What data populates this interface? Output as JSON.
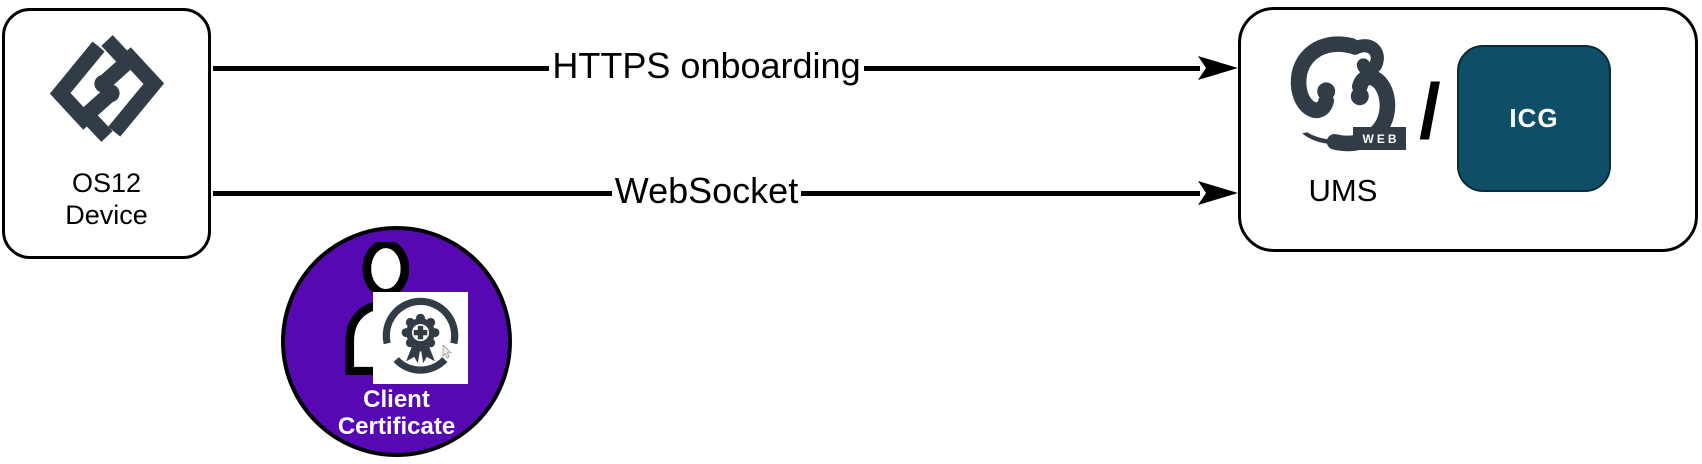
{
  "device_box": {
    "logo_icon": "igel-os-logo-icon",
    "label_line1": "OS12",
    "label_line2": "Device"
  },
  "connections": [
    {
      "label": "HTTPS onboarding"
    },
    {
      "label": "WebSocket"
    }
  ],
  "server_box": {
    "logo_icon": "igel-ums-web-logo-icon",
    "logo_badge_label": "WEB",
    "logo_caption": "UMS",
    "separator": "/",
    "icg_label": "ICG"
  },
  "certificate_badge": {
    "person_icon": "person-icon",
    "seal_icon": "certificate-seal-icon",
    "cursor_icon": "mouse-cursor-icon",
    "label_line1": "Client",
    "label_line2": "Certificate"
  },
  "colors": {
    "logo_dark": "#323c46",
    "icg_teal": "#0e4e67",
    "certificate_purple": "#5609b2",
    "line_black": "#000000"
  }
}
